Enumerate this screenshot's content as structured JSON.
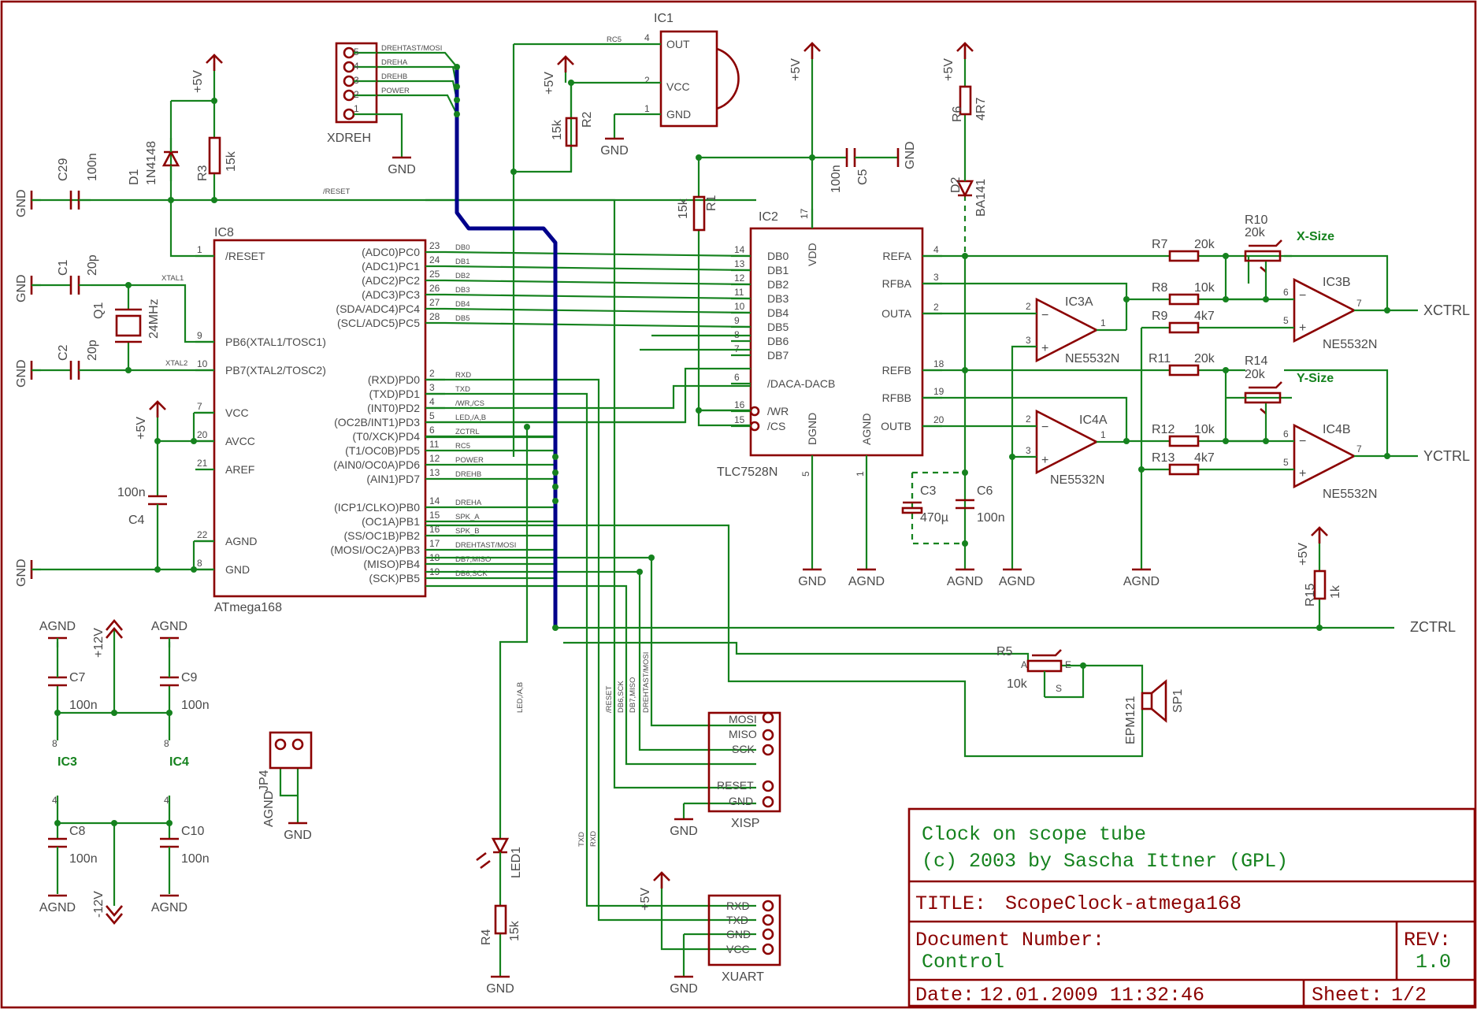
{
  "title_block": {
    "line1": "Clock on scope tube",
    "line2": "(c) 2003 by Sascha Ittner (GPL)",
    "title_label": "TITLE:",
    "title_value": "ScopeClock-atmega168",
    "docnum_label": "Document Number:",
    "docnum_value": "Control",
    "rev_label": "REV:",
    "rev_value": "1.0",
    "date_label": "Date:",
    "date_value": "12.01.2009 11:32:46",
    "sheet_label": "Sheet:",
    "sheet_value": "1/2"
  },
  "colors": {
    "wire": "#15821e",
    "part": "#8b0000",
    "bus": "#00008b",
    "text": "#4a4a4a"
  },
  "ic8": {
    "name": "IC8",
    "part": "ATmega168",
    "left": [
      {
        "pin": "1",
        "label": "/RESET"
      },
      {
        "pin": "9",
        "label": "PB6(XTAL1/TOSC1)"
      },
      {
        "pin": "10",
        "label": "PB7(XTAL2/TOSC2)"
      },
      {
        "pin": "7",
        "label": "VCC"
      },
      {
        "pin": "20",
        "label": "AVCC"
      },
      {
        "pin": "21",
        "label": "AREF"
      },
      {
        "pin": "22",
        "label": "AGND"
      },
      {
        "pin": "8",
        "label": "GND"
      }
    ],
    "right": [
      {
        "pin": "23",
        "label": "(ADC0)PC0",
        "net": "DB0"
      },
      {
        "pin": "24",
        "label": "(ADC1)PC1",
        "net": "DB1"
      },
      {
        "pin": "25",
        "label": "(ADC2)PC2",
        "net": "DB2"
      },
      {
        "pin": "26",
        "label": "(ADC3)PC3",
        "net": "DB3"
      },
      {
        "pin": "27",
        "label": "(SDA/ADC4)PC4",
        "net": "DB4"
      },
      {
        "pin": "28",
        "label": "(SCL/ADC5)PC5",
        "net": "DB5"
      },
      {
        "pin": "2",
        "label": "(RXD)PD0",
        "net": "RXD"
      },
      {
        "pin": "3",
        "label": "(TXD)PD1",
        "net": "TXD"
      },
      {
        "pin": "4",
        "label": "(INT0)PD2",
        "net": "/WR,/CS"
      },
      {
        "pin": "5",
        "label": "(OC2B/INT1)PD3",
        "net": "LED,/A,B"
      },
      {
        "pin": "6",
        "label": "(T0/XCK)PD4",
        "net": "ZCTRL"
      },
      {
        "pin": "11",
        "label": "(T1/OC0B)PD5",
        "net": "RC5"
      },
      {
        "pin": "12",
        "label": "(AIN0/OC0A)PD6",
        "net": "POWER"
      },
      {
        "pin": "13",
        "label": "(AIN1)PD7",
        "net": "DREHB"
      },
      {
        "pin": "14",
        "label": "(ICP1/CLKO)PB0",
        "net": "DREHA"
      },
      {
        "pin": "15",
        "label": "(OC1A)PB1",
        "net": "SPK_A"
      },
      {
        "pin": "16",
        "label": "(SS/OC1B)PB2",
        "net": "SPK_B"
      },
      {
        "pin": "17",
        "label": "(MOSI/OC2A)PB3",
        "net": "DREHTAST/MOSI"
      },
      {
        "pin": "18",
        "label": "(MISO)PB4",
        "net": "DB7,MISO"
      },
      {
        "pin": "19",
        "label": "(SCK)PB5",
        "net": "DB6,SCK"
      }
    ]
  },
  "ic2": {
    "name": "IC2",
    "part": "TLC7528N",
    "left": [
      {
        "pin": "14",
        "label": "DB0"
      },
      {
        "pin": "13",
        "label": "DB1"
      },
      {
        "pin": "12",
        "label": "DB2"
      },
      {
        "pin": "11",
        "label": "DB3"
      },
      {
        "pin": "10",
        "label": "DB4"
      },
      {
        "pin": "9",
        "label": "DB5"
      },
      {
        "pin": "8",
        "label": "DB6"
      },
      {
        "pin": "7",
        "label": "DB7"
      },
      {
        "pin": "6",
        "label": "/DACA-DACB"
      },
      {
        "pin": "16",
        "label": "/WR"
      },
      {
        "pin": "15",
        "label": "/CS"
      }
    ],
    "right": [
      {
        "pin": "4",
        "label": "REFA"
      },
      {
        "pin": "3",
        "label": "RFBA"
      },
      {
        "pin": "2",
        "label": "OUTA"
      },
      {
        "pin": "18",
        "label": "REFB"
      },
      {
        "pin": "19",
        "label": "RFBB"
      },
      {
        "pin": "20",
        "label": "OUTB"
      }
    ],
    "top": {
      "pin": "17",
      "label": "VDD"
    },
    "bottom": [
      {
        "pin": "5",
        "label": "DGND"
      },
      {
        "pin": "1",
        "label": "AGND"
      }
    ]
  },
  "ic1": {
    "name": "IC1",
    "pins": [
      {
        "pin": "4",
        "label": "OUT"
      },
      {
        "pin": "2",
        "label": "VCC"
      },
      {
        "pin": "1",
        "label": "GND"
      }
    ],
    "net": "RC5"
  },
  "opamps": [
    {
      "name": "IC3A",
      "part": "NE5532N",
      "pins": [
        "2",
        "3",
        "1"
      ]
    },
    {
      "name": "IC3B",
      "part": "NE5532N",
      "pins": [
        "6",
        "5",
        "7"
      ]
    },
    {
      "name": "IC4A",
      "part": "NE5532N",
      "pins": [
        "2",
        "3",
        "1"
      ]
    },
    {
      "name": "IC4B",
      "part": "NE5532N",
      "pins": [
        "6",
        "5",
        "7"
      ]
    }
  ],
  "parts": {
    "C29": "100n",
    "C1": "20p",
    "C2": "20p",
    "Q1": "24MHz",
    "D1": "1N4148",
    "R3": "15k",
    "R2": "15k",
    "R1": "15k",
    "C4": "100n",
    "C5": "100n",
    "R6": "4R7",
    "D2": "BA141",
    "R7": "20k",
    "R8": "10k",
    "R9": "4k7",
    "R10": "20k",
    "R11": "20k",
    "R12": "10k",
    "R13": "4k7",
    "R14": "20k",
    "C3": "470µ",
    "C6": "100n",
    "R15": "1k",
    "R5": "10k",
    "C7": "100n",
    "C9": "100n",
    "C8": "100n",
    "C10": "100n",
    "R4": "15k",
    "SP1": "EPM121",
    "LED1": "LED1",
    "JP4": "JP4"
  },
  "labels": {
    "x_size": "X-Size",
    "y_size": "Y-Size",
    "xctrl": "XCTRL",
    "yctrl": "YCTRL",
    "zctrl": "ZCTRL",
    "gnd": "GND",
    "agnd": "AGND",
    "vcc5": "+5V",
    "vcc12": "+12V",
    "vee12": "-12V",
    "reset_net": "/RESET",
    "xtal1": "XTAL1",
    "xtal2": "XTAL2",
    "ic3": "IC3",
    "ic4": "IC4",
    "pin8": "8",
    "pin4": "4",
    "r5_a": "A",
    "r5_s": "S",
    "r5_e": "E"
  },
  "xdreh": {
    "name": "XDREH",
    "pins": [
      {
        "pin": "5",
        "net": "DREHTAST/MOSI"
      },
      {
        "pin": "4",
        "net": "DREHA"
      },
      {
        "pin": "3",
        "net": "DREHB"
      },
      {
        "pin": "2",
        "net": "POWER"
      },
      {
        "pin": "1",
        "net": ""
      }
    ]
  },
  "xisp": {
    "name": "XISP",
    "pins": [
      "MOSI",
      "MISO",
      "SCK",
      "RESET",
      "GND"
    ]
  },
  "xuart": {
    "name": "XUART",
    "pins": [
      "RXD",
      "TXD",
      "GND",
      "VCC"
    ]
  },
  "vertical_nets": [
    "LED,/A,B",
    "/RESET",
    "DB6,SCK",
    "DB7,MISO",
    "DREHTAST/MOSI",
    "TXD",
    "RXD"
  ]
}
